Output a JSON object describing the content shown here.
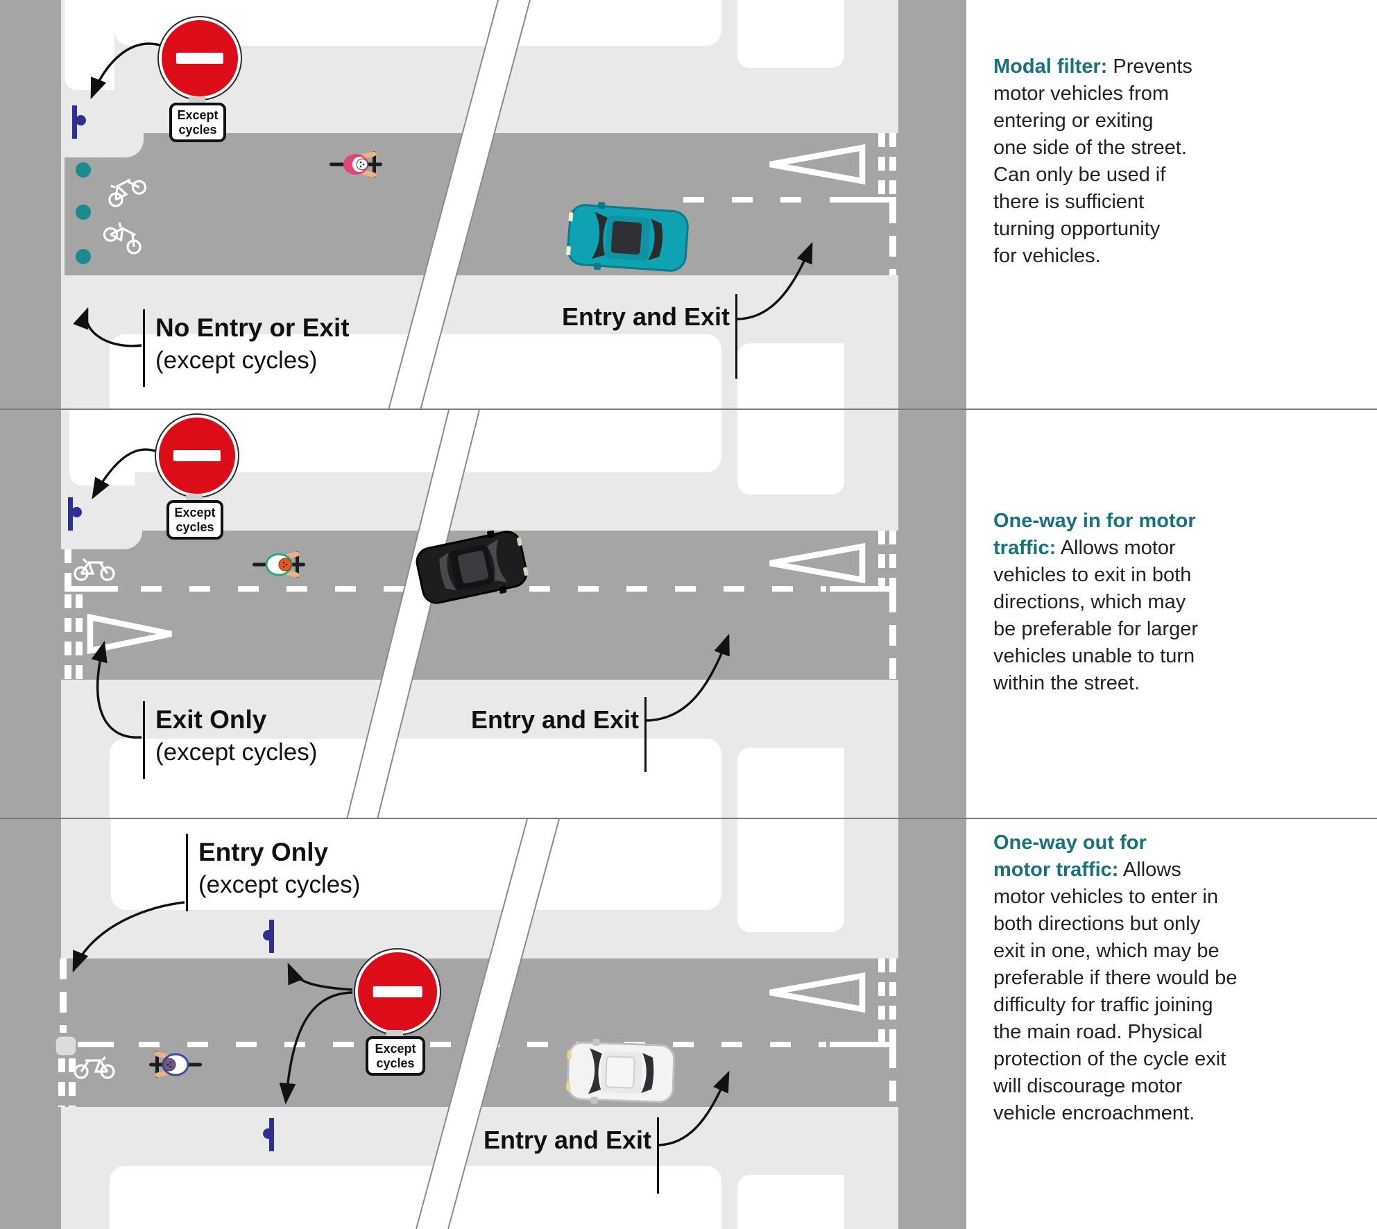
{
  "colors": {
    "road_gray": "#a5a5a5",
    "sidewalk_gray": "#e9e9e9",
    "building_white": "#ffffff",
    "heading_teal": "#17727c",
    "bollard_teal": "#1b8b8f",
    "sign_red": "#dc0d19",
    "pole_blue": "#2e3091",
    "text_black": "#111111"
  },
  "panels": [
    {
      "key": "modal-filter",
      "diagram": {
        "sign_plate": "Except cycles",
        "left_label": {
          "title": "No Entry or Exit",
          "sub": "(except cycles)"
        },
        "right_label": "Entry and Exit"
      },
      "description": {
        "lead": "Modal filter:",
        "body": " Prevents\nmotor vehicles from\nentering or exiting\none side of the street.\nCan only be used if\nthere is sufficient\nturning opportunity\nfor vehicles."
      }
    },
    {
      "key": "one-way-in",
      "diagram": {
        "sign_plate": "Except cycles",
        "left_label": {
          "title": "Exit Only",
          "sub": "(except cycles)"
        },
        "right_label": "Entry and Exit"
      },
      "description": {
        "lead": "One-way in for motor\ntraffic:",
        "body": " Allows motor\nvehicles to exit in both\ndirections, which may\nbe preferable for larger\nvehicles unable to turn\nwithin the street."
      }
    },
    {
      "key": "one-way-out",
      "diagram": {
        "sign_plate": "Except cycles",
        "left_label": {
          "title": "Entry Only",
          "sub": "(except cycles)"
        },
        "right_label": "Entry and Exit"
      },
      "description": {
        "lead": "One-way out for\nmotor traffic:",
        "body": " Allows\nmotor vehicles to enter in\nboth directions but only\nexit in one, which may be\npreferable if there would be\ndifficulty for traffic joining\nthe main road. Physical\nprotection of the cycle exit\nwill discourage motor\nvehicle encroachment."
      }
    }
  ]
}
